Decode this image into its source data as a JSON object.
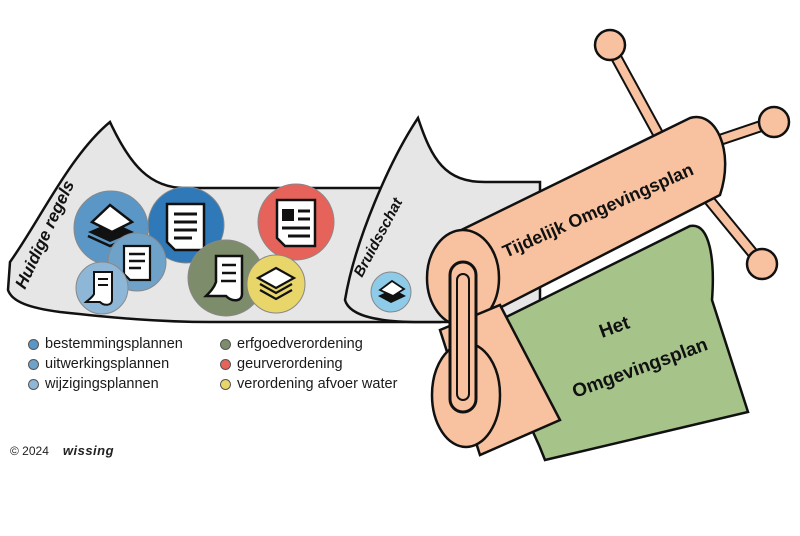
{
  "funnels": {
    "current_rules_label": "Huidige regels",
    "dowry_label": "Bruidsschat"
  },
  "press": {
    "top_roll_label": "Tijdelijk Omgevingsplan",
    "sheet_label_line1": "Het",
    "sheet_label_line2": "Omgevingsplan"
  },
  "legend": {
    "left": [
      {
        "label": "bestemmingsplannen",
        "color": "#5b97c6"
      },
      {
        "label": "uitwerkingsplannen",
        "color": "#6fa2c8"
      },
      {
        "label": "wijzigingsplannen",
        "color": "#8eb6d6"
      }
    ],
    "right": [
      {
        "label": "erfgoedverordening",
        "color": "#7d8c6a"
      },
      {
        "label": "geurverordening",
        "color": "#e5635a"
      },
      {
        "label": "verordening afvoer water",
        "color": "#e8d66a"
      }
    ]
  },
  "footer": {
    "copyright": "© 2024",
    "brand": "wissing"
  },
  "colors": {
    "roll": "#f8c2a0",
    "sheet": "#a6c48a",
    "funnel": "#e6e6e6",
    "outline": "#111111"
  }
}
